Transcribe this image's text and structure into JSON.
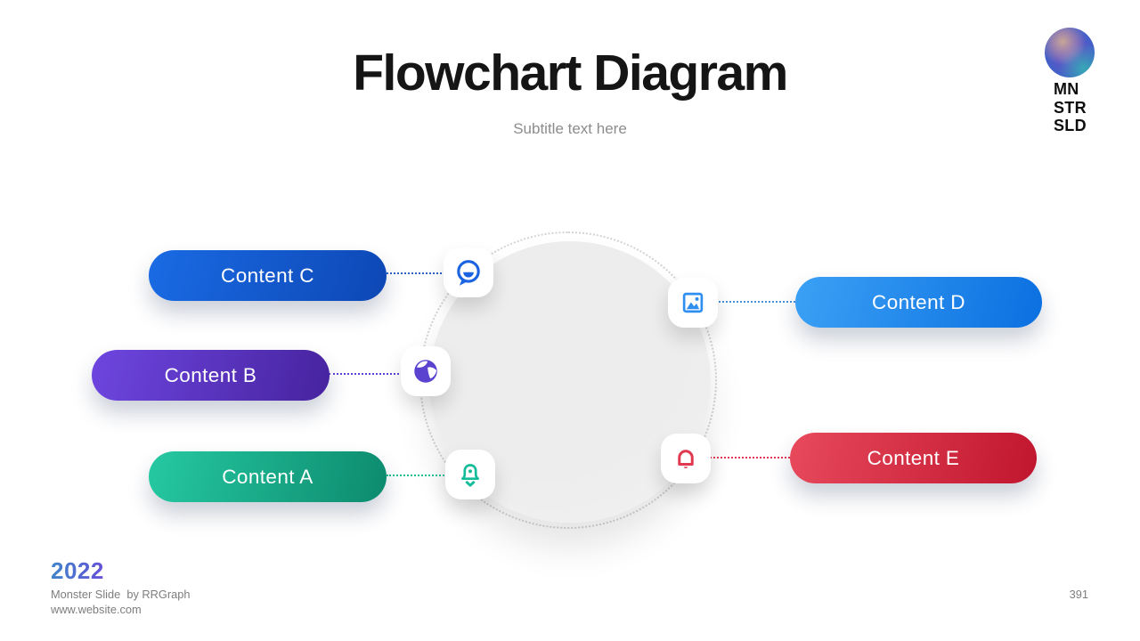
{
  "slide": {
    "title": "Flowchart Diagram",
    "subtitle": "Subtitle text here",
    "page_number": "391",
    "background_color": "#ffffff"
  },
  "logo": {
    "lines": [
      "MN",
      "STR",
      "SLD"
    ]
  },
  "footer": {
    "year": "2022",
    "year_gradient_start": "#3f86c9",
    "year_gradient_end": "#6450d8",
    "credit": "Monster Slide  by RRGraph",
    "website": "www.website.com"
  },
  "diagram": {
    "center_shape": "circle",
    "ring_color": "#d3d3d3",
    "nodes": [
      {
        "label": "Content C",
        "side": "left",
        "icon": "chat-bubble-icon",
        "pill_start": "#1a6be4",
        "pill_end": "#0d47b5",
        "connector_color": "#2b5fc4",
        "icon_color": "#1b63e0"
      },
      {
        "label": "Content B",
        "side": "left",
        "icon": "globe-icon",
        "pill_start": "#6e46e0",
        "pill_end": "#46239e",
        "connector_color": "#5b43d0",
        "icon_color": "#5b43d0"
      },
      {
        "label": "Content A",
        "side": "left",
        "icon": "bell-subscribe-icon",
        "pill_start": "#25c9a2",
        "pill_end": "#0d8a6e",
        "connector_color": "#16bd9a",
        "icon_color": "#14bd9a"
      },
      {
        "label": "Content D",
        "side": "right",
        "icon": "image-icon",
        "pill_start": "#3ba1f5",
        "pill_end": "#0b6fe0",
        "connector_color": "#4a90d8",
        "icon_color": "#2e8ff0"
      },
      {
        "label": "Content E",
        "side": "right",
        "icon": "bell-icon",
        "pill_start": "#e84a5c",
        "pill_end": "#c0152e",
        "connector_color": "#e03a50",
        "icon_color": "#e0384f"
      }
    ]
  }
}
